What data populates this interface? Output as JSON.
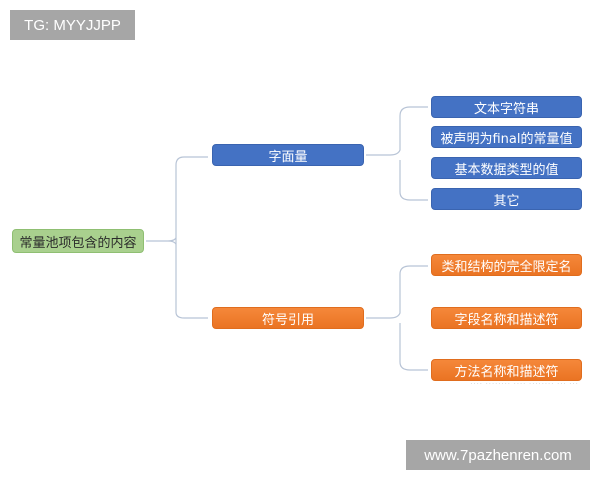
{
  "watermarks": {
    "top": "TG: MYYJJPP",
    "bottom": "www.7pazhenren.com"
  },
  "diagram": {
    "root": {
      "label": "常量池项包含的内容",
      "color": "#a9d08e"
    },
    "branches": [
      {
        "label": "字面量",
        "color": "#4472c4",
        "children": [
          "文本字符串",
          "被声明为final的常量值",
          "基本数据类型的值",
          "其它"
        ]
      },
      {
        "label": "符号引用",
        "color": "#ed7d31",
        "children": [
          "类和结构的完全限定名",
          "字段名称和描述符",
          "方法名称和描述符"
        ]
      }
    ]
  }
}
